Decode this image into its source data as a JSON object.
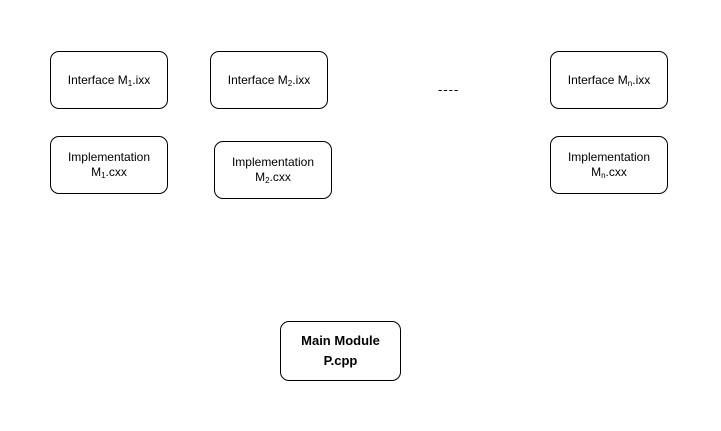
{
  "diagram": {
    "interfaces": [
      {
        "prefix": "Interface M",
        "sub": "1",
        "suffix": ".ixx"
      },
      {
        "prefix": "Interface M",
        "sub": "2",
        "suffix": ".ixx"
      },
      {
        "prefix": "Interface M",
        "sub": "n",
        "suffix": ".ixx"
      }
    ],
    "implementations": [
      {
        "line1": "Implementation",
        "prefix": "M",
        "sub": "1",
        "suffix": ".cxx"
      },
      {
        "line1": "Implementation",
        "prefix": "M",
        "sub": "2",
        "suffix": ".cxx"
      },
      {
        "line1": "Implementation",
        "prefix": "M",
        "sub": "n",
        "suffix": ".cxx"
      }
    ],
    "ellipsis": "----",
    "main": {
      "line1": "Main Module",
      "line2": "P.cpp"
    }
  }
}
